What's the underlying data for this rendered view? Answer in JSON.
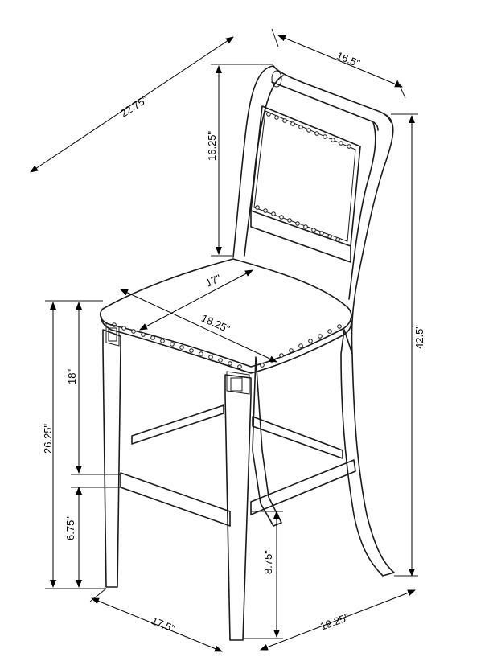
{
  "dimensions": {
    "overall_depth_diagonal": "22.75\"",
    "back_width": "16.5\"",
    "back_height": "16.25\"",
    "overall_height": "42.5\"",
    "seat_depth": "17\"",
    "seat_width": "18.25\"",
    "seat_height": "26.25\"",
    "leg_above_rail": "18\"",
    "rail_height": "6.75\"",
    "front_rail_height": "8.75\"",
    "base_width": "17.5\"",
    "base_depth": "19.25\""
  }
}
